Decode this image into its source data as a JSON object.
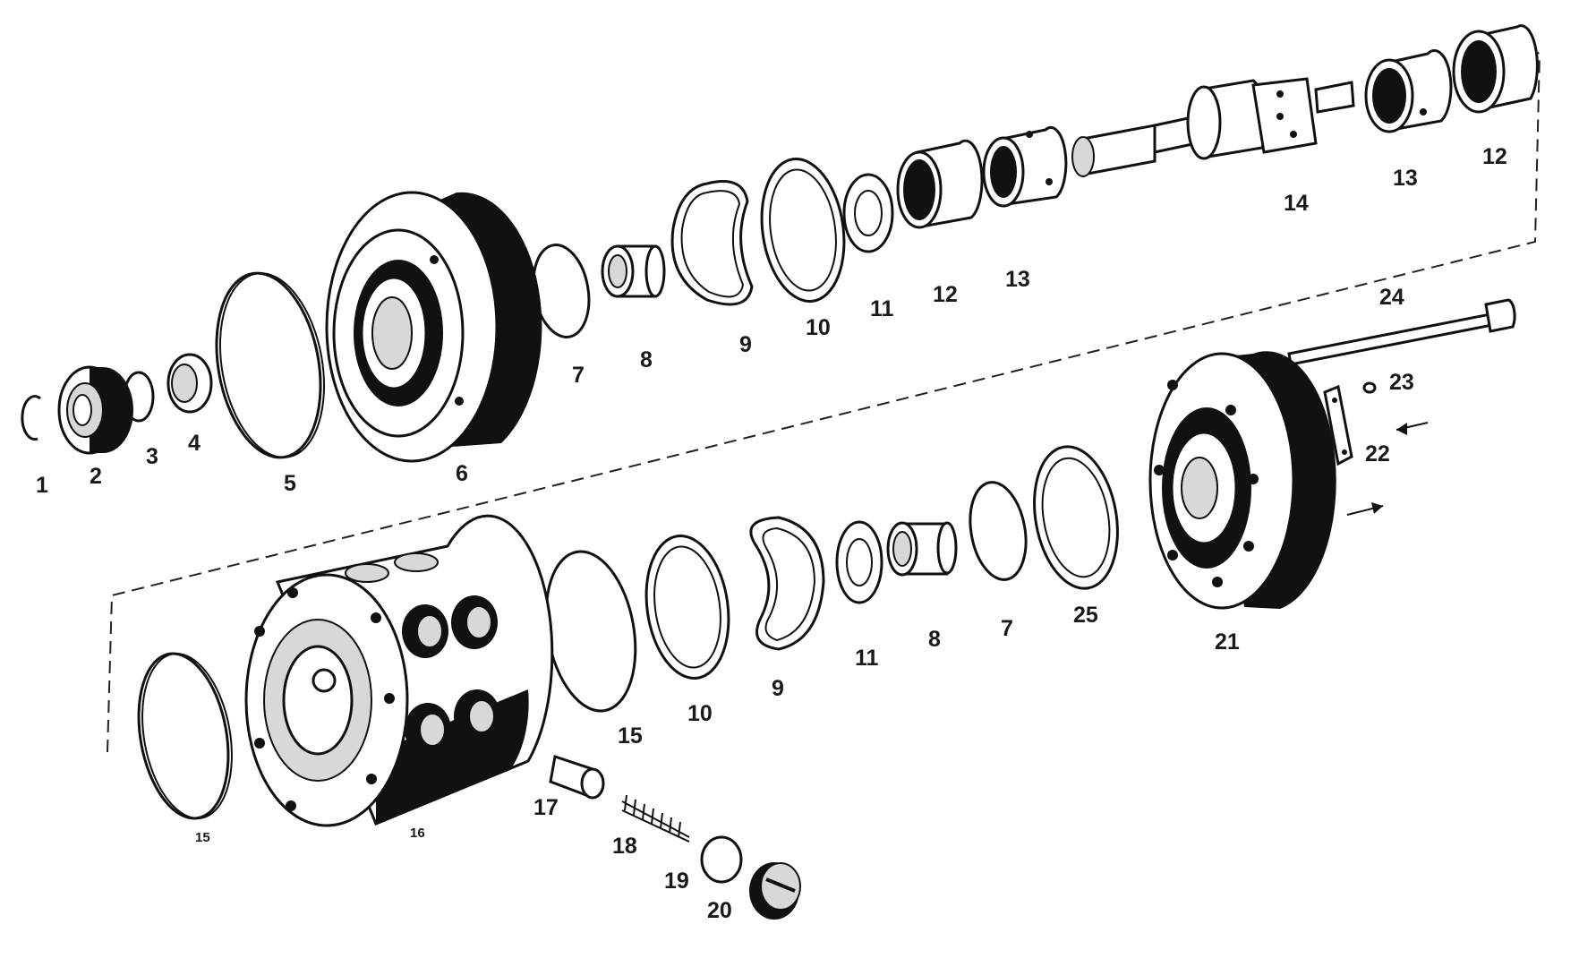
{
  "labels": {
    "p1": "1",
    "p2": "2",
    "p3": "3",
    "p4": "4",
    "p5": "5",
    "p6": "6",
    "p7_top": "7",
    "p8_top": "8",
    "p9_top": "9",
    "p10_top": "10",
    "p11_top": "11",
    "p12_mid": "12",
    "p13_mid": "13",
    "p14": "14",
    "p13_right": "13",
    "p12_right": "12",
    "p24": "24",
    "p23": "23",
    "p22": "22",
    "p21": "21",
    "p25": "25",
    "p7_bot": "7",
    "p8_bot": "8",
    "p11_bot": "11",
    "p9_bot": "9",
    "p10_bot": "10",
    "p15_bot": "15",
    "p15_small": "15",
    "p16_small": "16",
    "p17": "17",
    "p18": "18",
    "p19": "19",
    "p20": "20"
  }
}
